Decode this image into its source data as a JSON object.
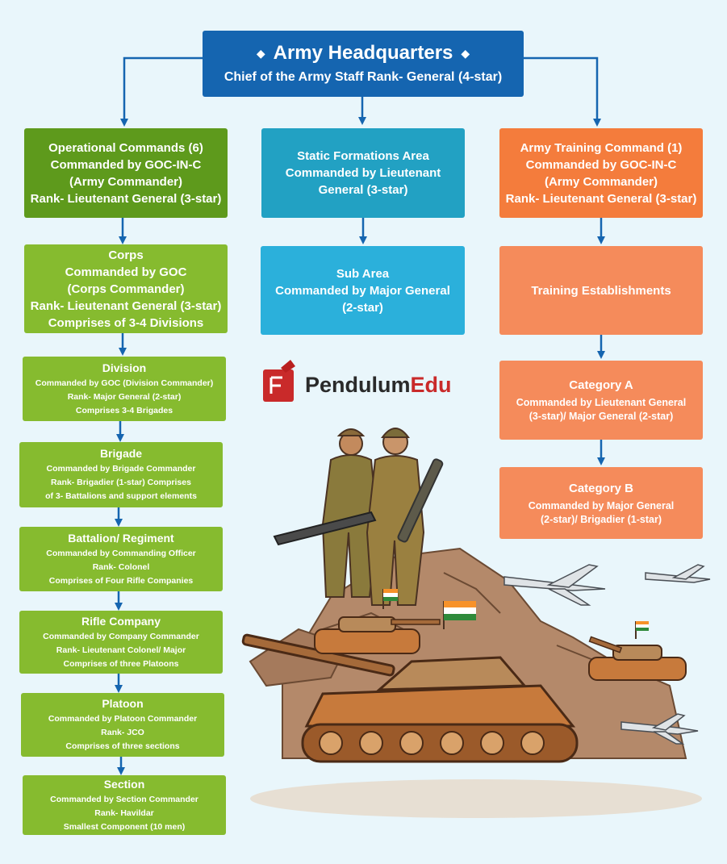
{
  "headquarters": {
    "title": "Army Headquarters",
    "subtitle": "Chief of the Army Staff Rank- General (4-star)"
  },
  "operational_column": [
    {
      "lines": [
        "Operational Commands (6)",
        "Commanded by GOC-IN-C",
        "(Army Commander)",
        "Rank- Lieutenant General (3-star)"
      ]
    },
    {
      "lines": [
        "Corps",
        "Commanded by GOC",
        "(Corps Commander)",
        "Rank- Lieutenant General (3-star)",
        "Comprises of 3-4 Divisions"
      ]
    },
    {
      "title": "Division",
      "lines": [
        "Commanded by GOC (Division Commander)",
        "Rank- Major General (2-star)",
        "Comprises 3-4 Brigades"
      ]
    },
    {
      "title": "Brigade",
      "lines": [
        "Commanded by Brigade Commander",
        "Rank- Brigadier (1-star) Comprises",
        "of 3- Battalions and support elements"
      ]
    },
    {
      "title": "Battalion/ Regiment",
      "lines": [
        "Commanded by Commanding Officer",
        "Rank- Colonel",
        "Comprises of Four Rifle Companies"
      ]
    },
    {
      "title": "Rifle Company",
      "lines": [
        "Commanded by Company Commander",
        "Rank- Lieutenant Colonel/ Major",
        "Comprises of three Platoons"
      ]
    },
    {
      "title": "Platoon",
      "lines": [
        "Commanded by Platoon Commander",
        "Rank- JCO",
        "Comprises of three sections"
      ]
    },
    {
      "title": "Section",
      "lines": [
        "Commanded by Section Commander",
        "Rank- Havildar",
        "Smallest Component (10 men)"
      ]
    }
  ],
  "static_column": [
    {
      "lines": [
        "Static Formations Area",
        "Commanded by Lieutenant",
        "General (3-star)"
      ]
    },
    {
      "lines": [
        "Sub Area",
        "Commanded by Major General",
        "(2-star)"
      ]
    }
  ],
  "training_column": [
    {
      "lines": [
        "Army Training Command (1)",
        "Commanded by GOC-IN-C",
        "(Army Commander)",
        "Rank- Lieutenant General (3-star)"
      ]
    },
    {
      "lines": [
        "Training Establishments"
      ]
    },
    {
      "title": "Category A",
      "lines": [
        "Commanded by Lieutenant General",
        "(3-star)/ Major General (2-star)"
      ]
    },
    {
      "title": "Category B",
      "lines": [
        "Commanded by Major General",
        "(2-star)/ Brigadier (1-star)"
      ]
    }
  ],
  "logo": {
    "part1": "Pendulum",
    "part2": "Edu"
  },
  "colors": {
    "hq": "#1565b0",
    "operational_top": "#5e9a1c",
    "operational": "#86bb2f",
    "static_top": "#22a1c3",
    "static": "#2bb0db",
    "training_top": "#f47c3c",
    "training": "#f58b5b",
    "arrow": "#1565b0"
  }
}
